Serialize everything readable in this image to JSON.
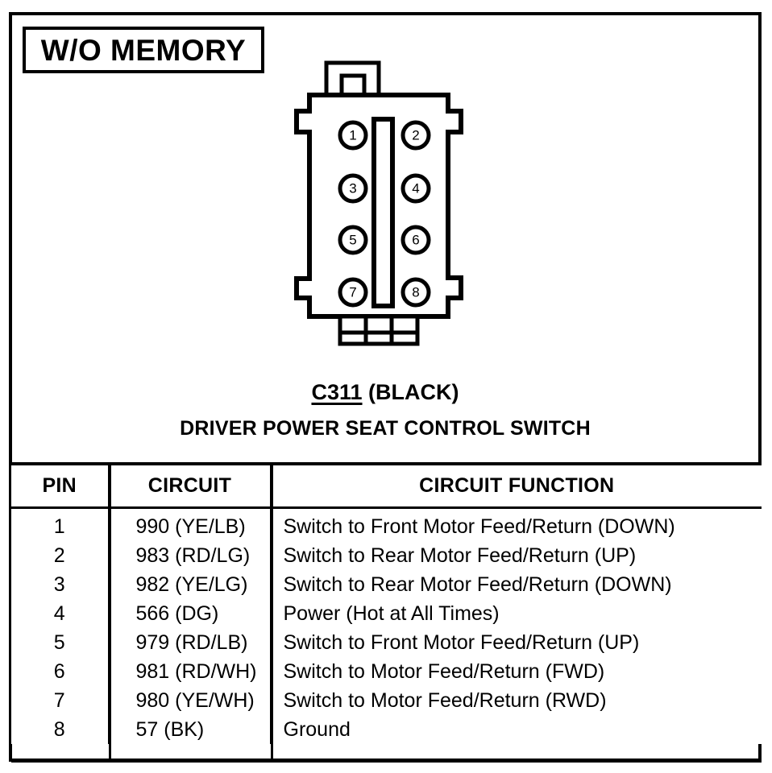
{
  "title_box": {
    "label": "W/O MEMORY"
  },
  "connector": {
    "id": "C311",
    "color": "(BLACK)",
    "device_name": "DRIVER POWER SEAT CONTROL SWITCH",
    "pin_count": 8,
    "pin_labels": [
      "1",
      "2",
      "3",
      "4",
      "5",
      "6",
      "7",
      "8"
    ],
    "outline_color": "#000000",
    "body_fill": "#ffffff"
  },
  "table": {
    "headers": [
      "PIN",
      "CIRCUIT",
      "CIRCUIT FUNCTION"
    ],
    "rows": [
      {
        "pin": "1",
        "circuit": "990 (YE/LB)",
        "function": "Switch to Front Motor Feed/Return (DOWN)"
      },
      {
        "pin": "2",
        "circuit": "983 (RD/LG)",
        "function": "Switch to Rear Motor Feed/Return (UP)"
      },
      {
        "pin": "3",
        "circuit": "982 (YE/LG)",
        "function": "Switch to Rear Motor Feed/Return (DOWN)"
      },
      {
        "pin": "4",
        "circuit": "566 (DG)",
        "function": "Power (Hot at All Times)"
      },
      {
        "pin": "5",
        "circuit": "979 (RD/LB)",
        "function": "Switch to Front Motor Feed/Return (UP)"
      },
      {
        "pin": "6",
        "circuit": "981 (RD/WH)",
        "function": "Switch to Motor Feed/Return (FWD)"
      },
      {
        "pin": "7",
        "circuit": "980 (YE/WH)",
        "function": "Switch to Motor Feed/Return (RWD)"
      },
      {
        "pin": "8",
        "circuit": "57 (BK)",
        "function": "Ground"
      }
    ]
  }
}
